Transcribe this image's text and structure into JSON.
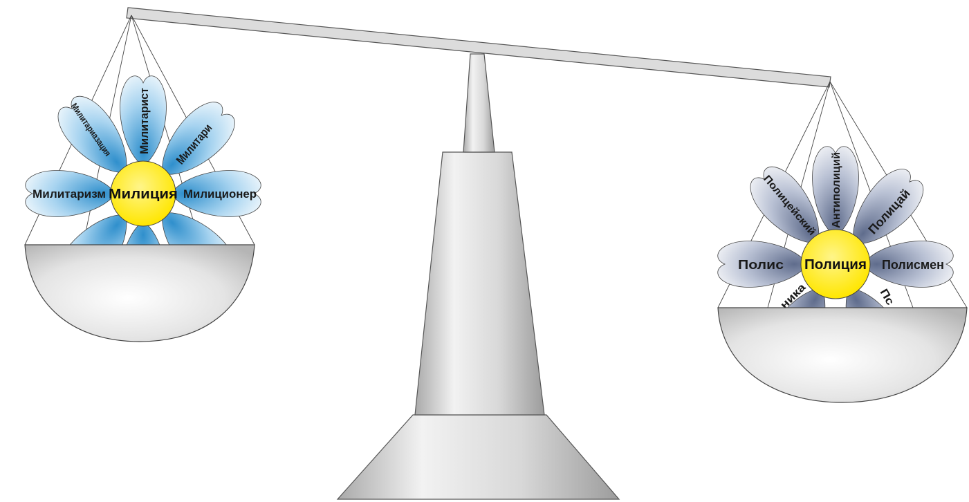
{
  "left_flower": {
    "center": "Милиция",
    "petals": {
      "left": "Милитаризм",
      "right": "Милиционер",
      "top": "Милитарист",
      "top_left": "Милитариазация",
      "top_right": "Милитари"
    }
  },
  "right_flower": {
    "center": "Полиция",
    "petals": {
      "left": "Полис",
      "right": "Полисмен",
      "top": "Антиполиций",
      "top_left": "Полицейский",
      "top_right": "Полицай",
      "bottom_left": "ника",
      "bottom_right": "Пс"
    }
  },
  "colors": {
    "left_petal": "#2f8fcc",
    "right_petal": "#6d7a9a",
    "flower_center": "#ffeb00",
    "metal": "#c8c8c8"
  }
}
